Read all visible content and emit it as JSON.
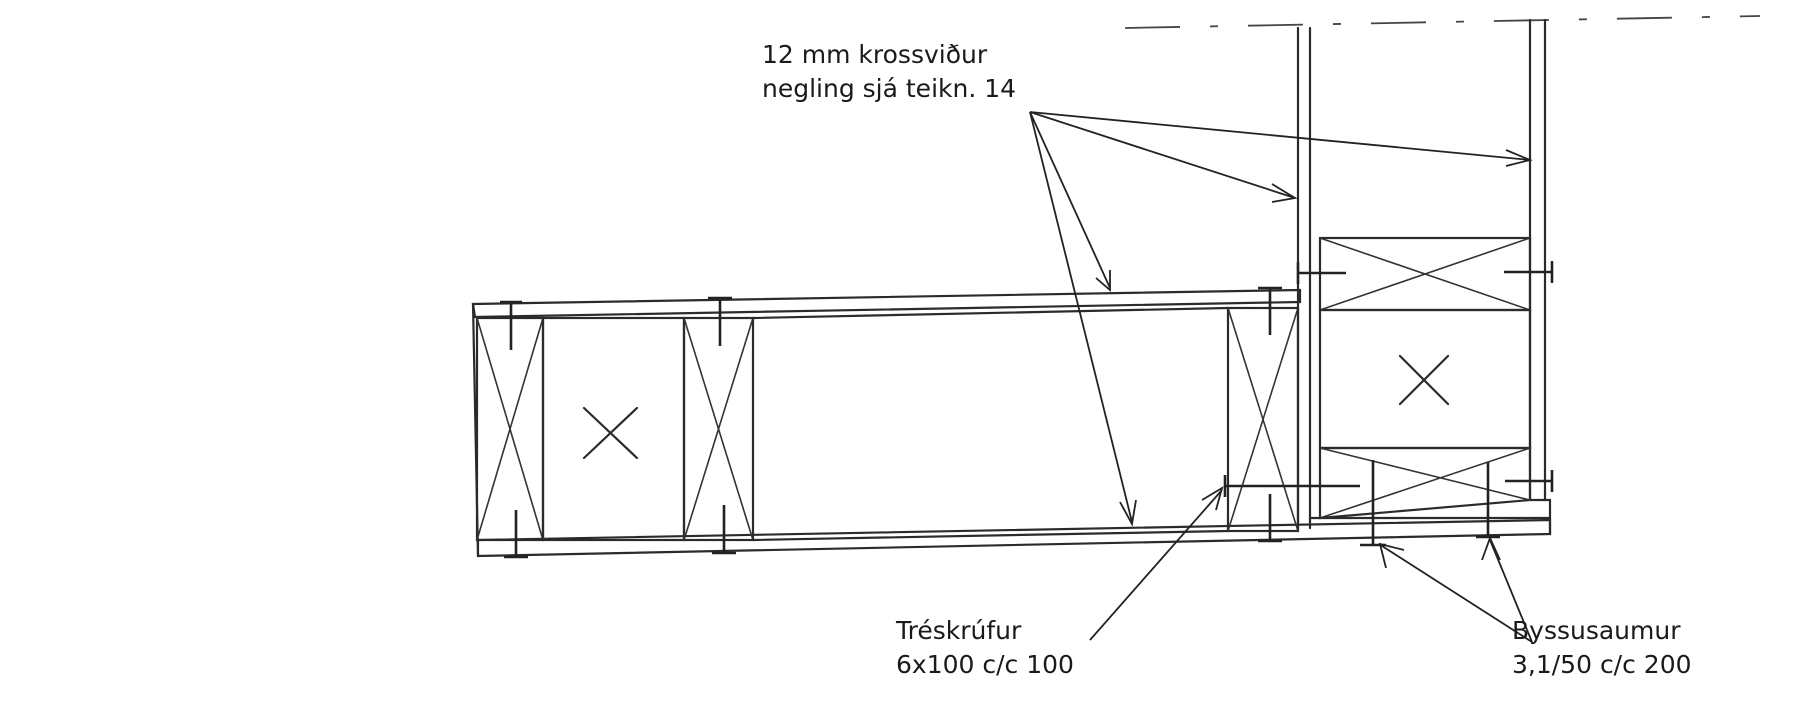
{
  "labels": {
    "plywood": {
      "line1": "12 mm krossviður",
      "line2": "negling sjá teikn. 14"
    },
    "screws": {
      "line1": "Tréskrúfur",
      "line2": "6x100 c/c 100"
    },
    "nails": {
      "line1": "Byssusaumur",
      "line2": "3,1/50 c/c 200"
    }
  },
  "colors": {
    "line": "#2b2b2b",
    "background": "#ffffff"
  }
}
